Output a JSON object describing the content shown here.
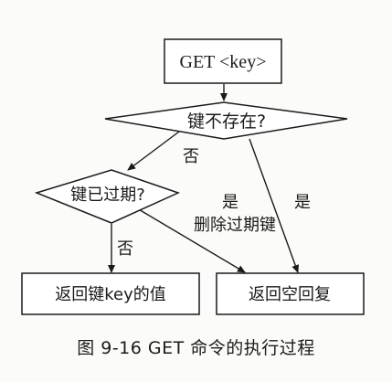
{
  "nodes": {
    "start": "GET <key>",
    "decision1": "键不存在?",
    "decision2": "键已过期?",
    "end_value": "返回键key的值",
    "end_empty": "返回空回复"
  },
  "edges": {
    "d1_no": "否",
    "d1_yes": "是",
    "d2_yes": "是",
    "d2_yes_action": "删除过期键",
    "d2_no": "否"
  },
  "caption": "图 9-16  GET 命令的执行过程"
}
